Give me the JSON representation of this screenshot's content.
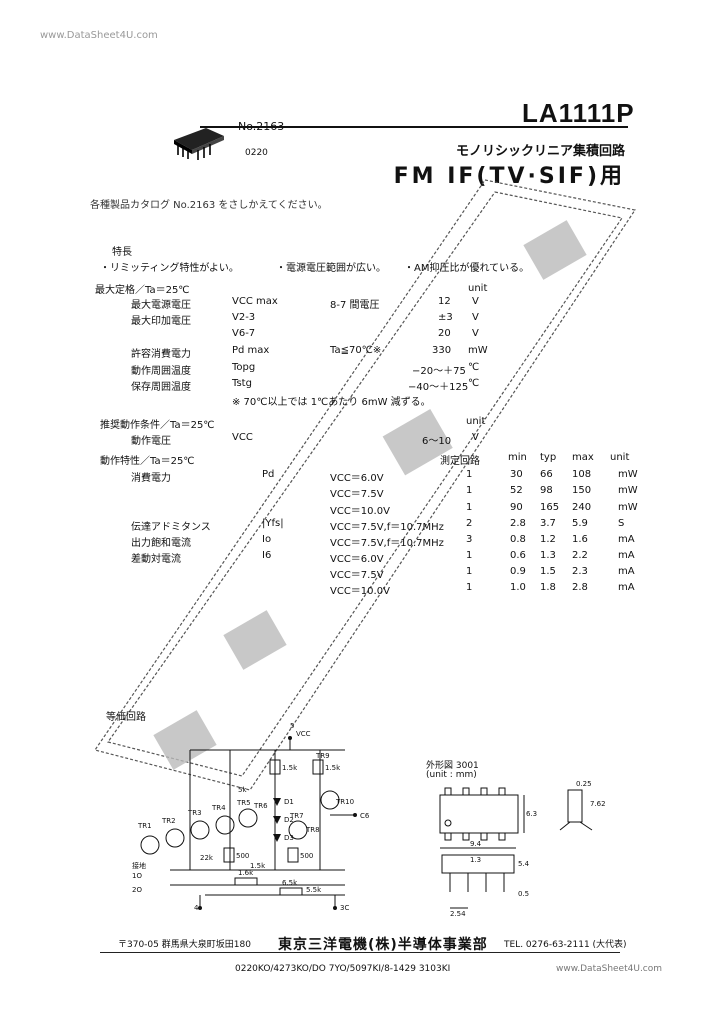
{
  "watermark": "www.DataSheet4U.com",
  "part_number": "LA1111P",
  "doc_no": "No.2163",
  "doc_code": "0220",
  "subtitle_1": "モノリシックリニア集積回路",
  "subtitle_2": "FM IF(TV·SIF)用",
  "notice": "各種製品カタログ No.2163 をさしかえてください。",
  "features": {
    "heading": "特長",
    "items": [
      "・リミッティング特性がよい。",
      "・電源電圧範囲が広い。",
      "・AM抑圧比が優れている。"
    ]
  },
  "abs_max": {
    "heading": "最大定格／Ta＝25℃",
    "unit_header": "unit",
    "rows": [
      {
        "label": "最大電源電圧",
        "sym": "VCC max",
        "cond": "8-7 間電圧",
        "val": "12",
        "unit": "V"
      },
      {
        "label": "最大印加電圧",
        "sym": "V2-3",
        "cond": "",
        "val": "±3",
        "unit": "V"
      },
      {
        "label": "",
        "sym": "V6-7",
        "cond": "",
        "val": "20",
        "unit": "V"
      },
      {
        "label": "許容消費電力",
        "sym": "Pd max",
        "cond": "Ta≦70℃※",
        "val": "330",
        "unit": "mW"
      },
      {
        "label": "動作周囲温度",
        "sym": "Topg",
        "cond": "",
        "val": "−20～＋75",
        "unit": "℃"
      },
      {
        "label": "保存周囲温度",
        "sym": "Tstg",
        "cond": "",
        "val": "−40～＋125",
        "unit": "℃"
      }
    ],
    "note": "※ 70℃以上では 1℃あたり 6mW 減ずる。"
  },
  "recommended": {
    "heading": "推奨動作条件／Ta＝25℃",
    "unit_header": "unit",
    "rows": [
      {
        "label": "動作電圧",
        "sym": "VCC",
        "val": "6～10",
        "unit": "V"
      }
    ]
  },
  "operating": {
    "heading": "動作特性／Ta＝25℃",
    "cols": [
      "測定回路",
      "min",
      "typ",
      "max",
      "unit"
    ],
    "rows": [
      {
        "label": "消費電力",
        "sym": "Pd",
        "cond": "VCC＝6.0V",
        "circ": "1",
        "min": "30",
        "typ": "66",
        "max": "108",
        "unit": "mW"
      },
      {
        "label": "",
        "sym": "",
        "cond": "VCC＝7.5V",
        "circ": "1",
        "min": "52",
        "typ": "98",
        "max": "150",
        "unit": "mW"
      },
      {
        "label": "",
        "sym": "",
        "cond": "VCC＝10.0V",
        "circ": "1",
        "min": "90",
        "typ": "165",
        "max": "240",
        "unit": "mW"
      },
      {
        "label": "伝達アドミタンス",
        "sym": "|Yfs|",
        "cond": "VCC＝7.5V,f＝10.7MHz",
        "circ": "2",
        "min": "2.8",
        "typ": "3.7",
        "max": "5.9",
        "unit": "S"
      },
      {
        "label": "出力飽和電流",
        "sym": "Io",
        "cond": "VCC＝7.5V,f＝10.7MHz",
        "circ": "3",
        "min": "0.8",
        "typ": "1.2",
        "max": "1.6",
        "unit": "mA"
      },
      {
        "label": "差動対電流",
        "sym": "I6",
        "cond": "VCC＝6.0V",
        "circ": "1",
        "min": "0.6",
        "typ": "1.3",
        "max": "2.2",
        "unit": "mA"
      },
      {
        "label": "",
        "sym": "",
        "cond": "VCC＝7.5V",
        "circ": "1",
        "min": "0.9",
        "typ": "1.5",
        "max": "2.3",
        "unit": "mA"
      },
      {
        "label": "",
        "sym": "",
        "cond": "VCC＝10.0V",
        "circ": "1",
        "min": "1.0",
        "typ": "1.8",
        "max": "2.8",
        "unit": "mA"
      }
    ]
  },
  "equiv_circuit": {
    "heading": "等価回路",
    "labels": {
      "vcc": "VCC",
      "pin5": "5",
      "pin6": "C6",
      "pin4": "4",
      "pin3": "3C",
      "pin2": "2O",
      "pin1": "1O",
      "ground": "接地",
      "tr1": "TR1",
      "tr2": "TR2",
      "tr3": "TR3",
      "tr4": "TR4",
      "tr5": "TR5",
      "tr6": "TR6",
      "tr7": "TR7",
      "tr8": "TR8",
      "tr9": "TR9",
      "tr10": "TR10",
      "r1": "1.5k",
      "r2": "5k",
      "r3": "1.5k",
      "r4": "500",
      "r5": "22k",
      "r6": "1.5k",
      "r7": "500",
      "r8": "1.6k",
      "r9": "6.5k",
      "r10": "5.5k",
      "d1": "D1",
      "d2": "D2",
      "d3": "D3"
    }
  },
  "package": {
    "heading": "外形図 3001",
    "unit": "(unit : mm)",
    "dims": {
      "w": "9.4",
      "h": "6.3",
      "p": "2.54",
      "l": "7.62",
      "t": "0.25",
      "a": "0.5",
      "b": "5.4",
      "c": "1.3"
    }
  },
  "footer": {
    "address": "〒370-05 群馬県大泉町坂田180",
    "company": "東京三洋電機(株)半導体事業部",
    "tel": "TEL. 0276-63-2111 (大代表)",
    "codes": "0220KO/4273KO/DO 7YO/5097KI/8-1429 3103KI",
    "wm2": "www.DataSheet4U.com"
  }
}
